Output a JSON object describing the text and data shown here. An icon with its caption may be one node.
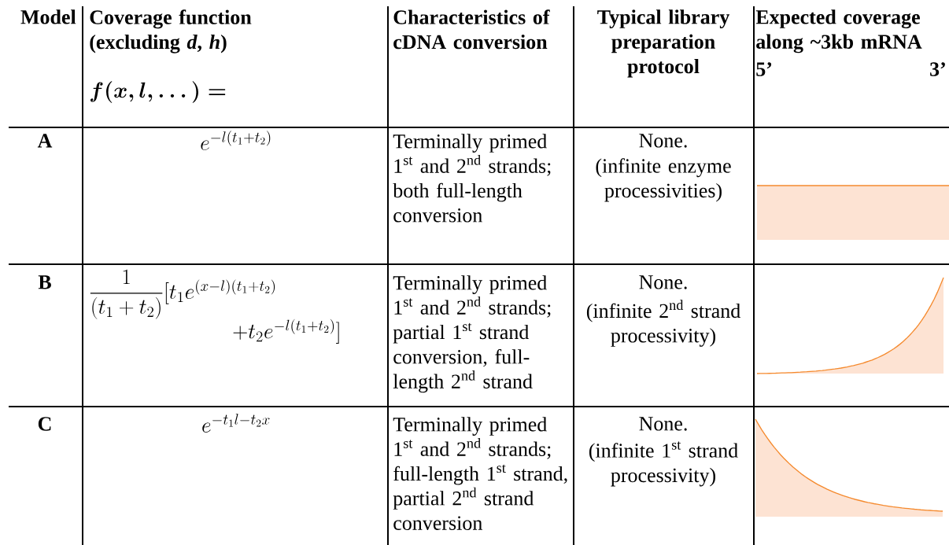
{
  "diagram": {
    "labels": [
      "Model",
      "Coverage function (excluding *d*, *h*)",
      "f(x, l, \\dots) =",
      "Characteristics of cDNA conversion",
      "Typical library preparation protocol",
      "Expected coverage along ~3kb mRNA",
      "5’",
      "3’",
      "A",
      "e^{-l(t_1+t_2)}",
      "Terminally primed 1$^{st}$ and 2$^{nd}$ strands; both full-length conversion",
      "None.",
      "(infinite enzyme processivities)",
      "B",
      "\\begin{array}{@{}l@{}}\\dfrac{1}{(t_1+t_2)}[t_1e^{(x-l)(t_1+t_2)}\\\\ \\qquad\\qquad\\qquad\\quad +t_2e^{-l(t_1+t_2)}]\\end{array}",
      "Terminally primed 1$^{st}$ and 2$^{nd}$ strands; partial 1$^{st}$ strand conversion, full-length 2$^{nd}$ strand",
      "None.",
      "(infinite 2$^{nd}$ strand processivity)",
      "C",
      "e^{-t_1l-t_2x}",
      "Terminally primed 1$^{st}$ and 2$^{nd}$ strands; full-length 1$^{st}$ strand, partial 2$^{nd}$ strand conversion",
      "None.",
      "(infinite 1$^{st}$ strand processivity)"
    ]
  }
}
